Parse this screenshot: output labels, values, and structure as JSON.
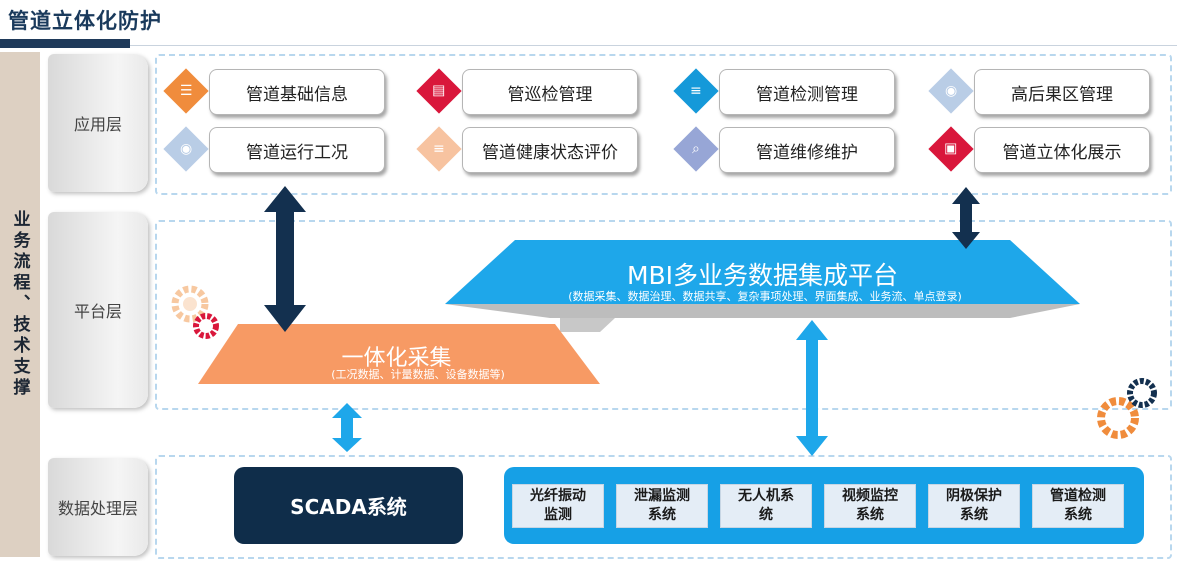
{
  "page_title": "管道立体化防护",
  "side_label": "业务流程、技术支撑",
  "layers": {
    "application": "应用层",
    "platform": "平台层",
    "data": "数据处理层"
  },
  "app_modules": [
    {
      "label": "管道基础信息",
      "icon": "list-icon",
      "color": "#f08c3c"
    },
    {
      "label": "管巡检管理",
      "icon": "clipboard-icon",
      "color": "#d9173b"
    },
    {
      "label": "管道检测管理",
      "icon": "database-icon",
      "color": "#1599d9"
    },
    {
      "label": "高后果区管理",
      "icon": "user-icon",
      "color": "#b9cde6"
    },
    {
      "label": "管道运行工况",
      "icon": "user-icon",
      "color": "#b9cde6"
    },
    {
      "label": "管道健康状态评价",
      "icon": "database-icon",
      "color": "#f7c3a0"
    },
    {
      "label": "管道维修维护",
      "icon": "search-icon",
      "color": "#97a6d6"
    },
    {
      "label": "管道立体化展示",
      "icon": "tablet-icon",
      "color": "#d9173b"
    }
  ],
  "platform": {
    "title": "MBI多业务数据集成平台",
    "subtitle": "(数据采集、数据治理、数据共享、复杂事项处理、界面集成、业务流、单点登录)"
  },
  "collection": {
    "title": "一体化采集",
    "subtitle": "(工况数据、计量数据、设备数据等)"
  },
  "scada": "SCADA系统",
  "subsystems": [
    {
      "line1": "光纤振动",
      "line2": "监测"
    },
    {
      "line1": "泄漏监测",
      "line2": "系统"
    },
    {
      "line1": "无人机系",
      "line2": "统"
    },
    {
      "line1": "视频监控",
      "line2": "系统"
    },
    {
      "line1": "阴极保护",
      "line2": "系统"
    },
    {
      "line1": "管道检测",
      "line2": "系统"
    }
  ]
}
